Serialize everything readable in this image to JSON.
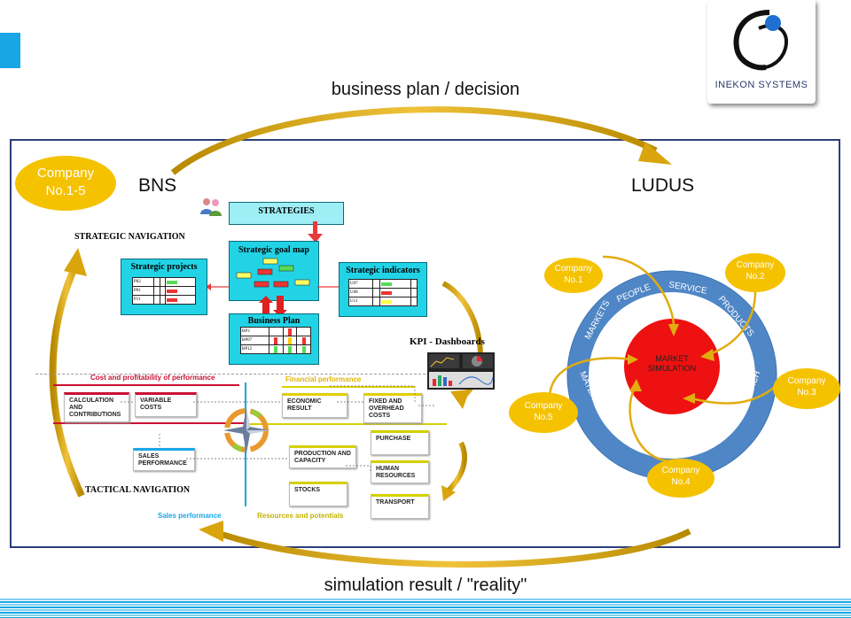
{
  "header": {
    "top_label": "business plan / decision",
    "bottom_label": "simulation result / \"reality\""
  },
  "logo": {
    "name": "INEKON SYSTEMS"
  },
  "bns": {
    "badge_line1": "Company",
    "badge_line2": "No.1-5",
    "title": "BNS",
    "strategic_navigation": "STRATEGIC NAVIGATION",
    "tactical_navigation": "TACTICAL NAVIGATION",
    "strategies": "STRATEGIES",
    "strategic_goal_map": "Strategic goal map",
    "strategic_projects": "Strategic projects",
    "strategic_indicators": "Strategic indicators",
    "business_plan": "Business Plan",
    "kpi": "KPI - Dashboards",
    "projects_rows": [
      "P02",
      "P01",
      "P11"
    ],
    "indicators_rows": [
      "U07",
      "U08",
      "U11"
    ],
    "plan_rows": [
      "BP3",
      "BP07",
      "BP12"
    ],
    "cost_profitability": "Cost and profitability of performance",
    "financial_performance": "Financial performance",
    "sales_performance_label": "Sales performance",
    "resources_potentials": "Resources and potentials",
    "calc_contrib": "CALCULATION AND CONTRIBUTIONS",
    "variable_costs": "VARIABLE COSTS",
    "economic_result": "ECONOMIC RESULT",
    "fixed_overhead": "FIXED AND OVERHEAD COSTS",
    "sales_perf_box": "SALES PERFORMANCE",
    "purchase": "PURCHASE",
    "production_capacity": "PRODUCTION AND CAPACITY",
    "human_resources": "HUMAN RESOURCES",
    "stocks": "STOCKS",
    "transport": "TRANSPORT"
  },
  "ludus": {
    "title": "LUDUS",
    "center_line1": "MARKET",
    "center_line2": "SIMULATION",
    "ring_words": [
      "MARKETS",
      "PEOPLE",
      "SERVICE",
      "PRODUCTS",
      "RESEARCH",
      "MACHINERY",
      "MATERIALS"
    ],
    "companies": [
      {
        "l1": "Company",
        "l2": "No.1"
      },
      {
        "l1": "Company",
        "l2": "No.2"
      },
      {
        "l1": "Company",
        "l2": "No.3"
      },
      {
        "l1": "Company",
        "l2": "No.4"
      },
      {
        "l1": "Company",
        "l2": "No.5"
      }
    ]
  },
  "colors": {
    "gold": "#e1ad0f",
    "cyan": "#22d3e6",
    "ring_blue": "#4f86c6",
    "market_red": "#ee1111",
    "frame_navy": "#2d3e7a",
    "accent_blue": "#19a6e6"
  }
}
